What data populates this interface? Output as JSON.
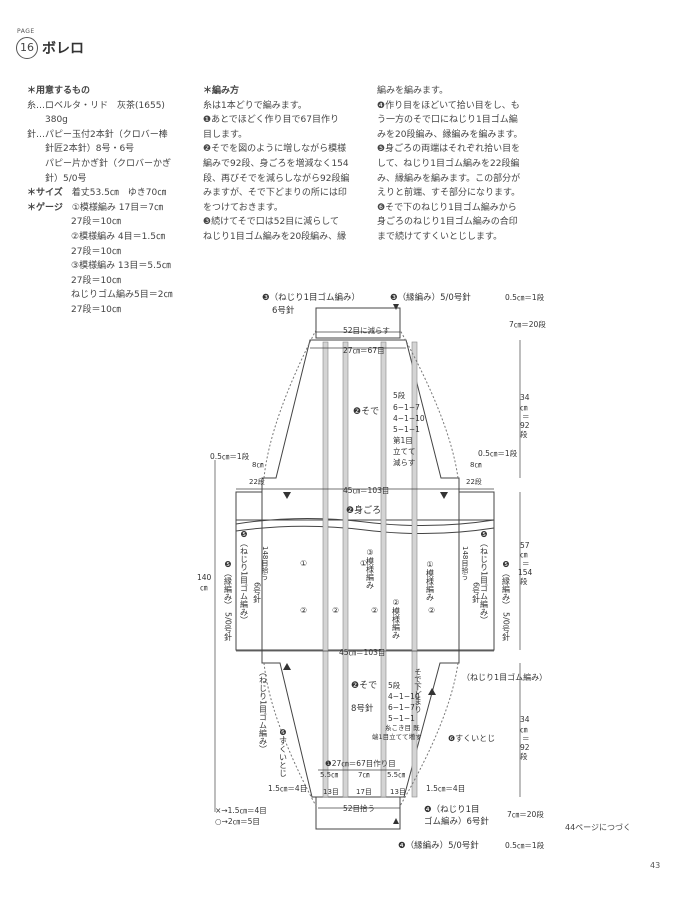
{
  "header": {
    "page_label": "PAGE",
    "page_number": "16",
    "title": "ボレロ"
  },
  "materials": {
    "heading": "＊用意するもの",
    "lines": [
      "糸…ロベルタ・リド　灰茶(1655)",
      "　　380g",
      "針…パピー玉付2本針（クロバー棒",
      "　　針匠2本針）8号・6号",
      "　　パピー片かぎ針（クロバーかぎ",
      "　　針）5/0号"
    ],
    "size_label": "＊サイズ",
    "size_value": "着丈53.5㎝　ゆき70㎝",
    "gauge_label": "＊ゲージ",
    "gauge_lines": [
      "①模様編み 17目＝7㎝",
      "27段＝10㎝",
      "②模様編み 4目＝1.5㎝",
      "27段＝10㎝",
      "③模様編み 13目＝5.5㎝",
      "27段＝10㎝",
      "ねじりゴム編み5目＝2㎝",
      "27段＝10㎝"
    ]
  },
  "instructions": {
    "heading": "＊編み方",
    "col1": [
      "糸は1本どりで編みます。",
      "❶あとでほどく作り目で67目作り",
      "目します。",
      "❷そでを図のように増しながら模様",
      "編みで92段、身ごろを増減なく154",
      "段、再びそでを減らしながら92段編",
      "みますが、そで下どまりの所には印",
      "をつけておきます。",
      "❸続けてそで口は52目に減らして",
      "ねじり1目ゴム編みを20段編み、縁"
    ],
    "col2": [
      "編みを編みます。",
      "❹作り目をほどいて拾い目をし、も",
      "う一方のそで口にねじり1目ゴム編",
      "みを20段編み、縁編みを編みます。",
      "❺身ごろの両端はそれぞれ拾い目を",
      "して、ねじり1目ゴム編みを22段編",
      "み、縁編みを編みます。この部分が",
      "えりと前端、すそ部分になります。",
      "❻そで下のねじり1目ゴム編みから",
      "身ごろのねじり1目ゴム編みの合印",
      "まで続けてすくいとじします。"
    ]
  },
  "diagram": {
    "top_left_label": "❸（ねじり1目ゴム編み）",
    "top_left_needle": "6号針",
    "top_right_label": "❸（縁編み）5/0号針",
    "top_edge": "0.5㎝＝1段",
    "cuff_top": "7㎝＝20段",
    "decrease_52": "52目に減らす",
    "width_67_top": "27㎝＝67目",
    "sleeve_label": "❷そで",
    "sleeve_length_top": "34",
    "sleeve_length_top_unit": "㎝",
    "sleeve_length_top_eq": "＝",
    "sleeve_length_top_rows": "92",
    "sleeve_length_top_rows_unit": "段",
    "dec_note": [
      "5段",
      "6−1−7",
      "4−1−10",
      "5−1−1",
      "第1目",
      "立てて",
      "減らす"
    ],
    "left_margin_note": "0.5㎝＝1段",
    "right_margin_note": "0.5㎝＝1段",
    "small_8cm": "8㎝",
    "small_22rows": "22段",
    "body_width_top": "45㎝＝103目",
    "body_label": "❷身ごろ",
    "body_width_bottom": "45㎝＝103目",
    "left_band_label": "❺（ねじり1目ゴム編み）",
    "left_band_needle": "6号針",
    "left_edge_label": "❺（縁編み）",
    "left_edge_needle": "5/0号針",
    "right_band_label": "❺（ねじり1目ゴム編み）",
    "right_band_needle": "6号針",
    "right_edge_label": "❺（縁編み）",
    "right_edge_needle": "5/0号針",
    "pickup_148": "148目拾う",
    "total_length": "140",
    "total_length_unit": "㎝",
    "body_length": "57",
    "body_length_unit": "㎝",
    "body_length_eq": "＝",
    "body_rows": "154",
    "body_rows_unit": "段",
    "pattern_1": "①",
    "pattern_2": "②",
    "pattern_3_label": "③模様編み",
    "pattern_2_label": "②模様編み",
    "pattern_1_label": "①模様編み",
    "sleeve_bottom_label": "❷そで",
    "sleeve_bottom_needle": "8号針",
    "inc_note": [
      "5段",
      "4−1−10",
      "6−1−7",
      "5−1−1",
      "糸こき目 既",
      "端1目立てて増す"
    ],
    "sleeve_stop": "そで下どまり",
    "left_lower_band": "（ねじり1目ゴム編み）",
    "right_lower_band": "（ねじり1目ゴム編み）",
    "seam_label": "❻すくいとじ",
    "cast_on": "❶27㎝＝67目作り目",
    "col_55_left": "5.5㎝",
    "col_13_left": "13目",
    "col_7": "7㎝",
    "col_17": "17目",
    "col_55_right": "5.5㎝",
    "col_13_right": "13目",
    "left_15": "1.5㎝＝4目",
    "right_15": "1.5㎝＝4目",
    "pickup_52": "52目拾う",
    "sleeve_length_bottom": "34",
    "sleeve_length_bottom_rows": "92",
    "cuff_bottom": "7㎝＝20段",
    "bottom_edge": "0.5㎝＝1段",
    "bottom_rib_label": "❹（ねじり1目",
    "bottom_rib_label2": "ゴム編み）6号針",
    "bottom_edge_label": "❹（縁編み）5/0号針",
    "legend_1": "×→1.5㎝＝4目",
    "legend_2": "○→2㎝＝5目"
  },
  "footer": {
    "continue_note": "44ページにつづく",
    "page_number": "43"
  }
}
